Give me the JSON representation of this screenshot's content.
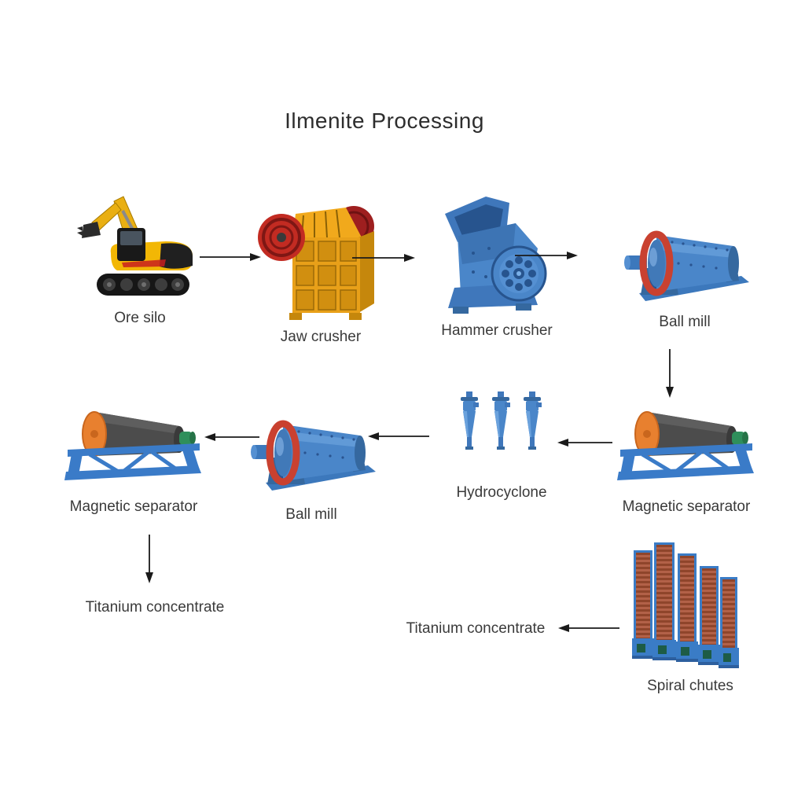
{
  "title": "Ilmenite Processing",
  "nodes": {
    "ore_silo": {
      "label": "Ore silo",
      "equipment": "excavator"
    },
    "jaw_crusher": {
      "label": "Jaw crusher",
      "equipment": "jaw crusher"
    },
    "hammer_crusher": {
      "label": "Hammer crusher",
      "equipment": "hammer crusher"
    },
    "ball_mill_top": {
      "label": "Ball mill",
      "equipment": "ball mill"
    },
    "magnetic_separator_right": {
      "label": "Magnetic separator",
      "equipment": "drum magnetic separator"
    },
    "hydrocyclone": {
      "label": "Hydrocyclone",
      "equipment": "hydrocyclone cluster"
    },
    "ball_mill_mid": {
      "label": "Ball mill",
      "equipment": "ball mill"
    },
    "magnetic_separator_left": {
      "label": "Magnetic separator",
      "equipment": "drum magnetic separator"
    },
    "titanium_concentrate_left": {
      "label": "Titanium concentrate"
    },
    "spiral_chutes": {
      "label": "Spiral chutes",
      "equipment": "spiral chutes"
    },
    "titanium_concentrate_right": {
      "label": "Titanium concentrate"
    }
  },
  "flow": [
    {
      "from": "Ore silo",
      "to": "Jaw crusher",
      "direction": "right"
    },
    {
      "from": "Jaw crusher",
      "to": "Hammer crusher",
      "direction": "right"
    },
    {
      "from": "Hammer crusher",
      "to": "Ball mill",
      "direction": "right"
    },
    {
      "from": "Ball mill",
      "to": "Magnetic separator",
      "direction": "down"
    },
    {
      "from": "Magnetic separator",
      "to": "Hydrocyclone",
      "direction": "left"
    },
    {
      "from": "Hydrocyclone",
      "to": "Ball mill",
      "direction": "left"
    },
    {
      "from": "Ball mill",
      "to": "Magnetic separator",
      "direction": "left"
    },
    {
      "from": "Magnetic separator",
      "to": "Titanium concentrate",
      "direction": "down"
    },
    {
      "from": "Spiral chutes",
      "to": "Titanium concentrate",
      "direction": "left"
    }
  ],
  "colors": {
    "background": "#ffffff",
    "text": "#3a3a3a",
    "arrow": "#1a1a1a",
    "machine_blue": "#4a86c9",
    "machine_blue_dark": "#2a5a96",
    "crusher_yellow": "#eda611",
    "flywheel_red": "#c22b22",
    "drum_orange": "#e8802f",
    "drum_gray": "#4c4c4c",
    "motor_green": "#2f8f5b",
    "spiral_brown": "#8f452b",
    "excavator_yellow": "#f2b705"
  }
}
